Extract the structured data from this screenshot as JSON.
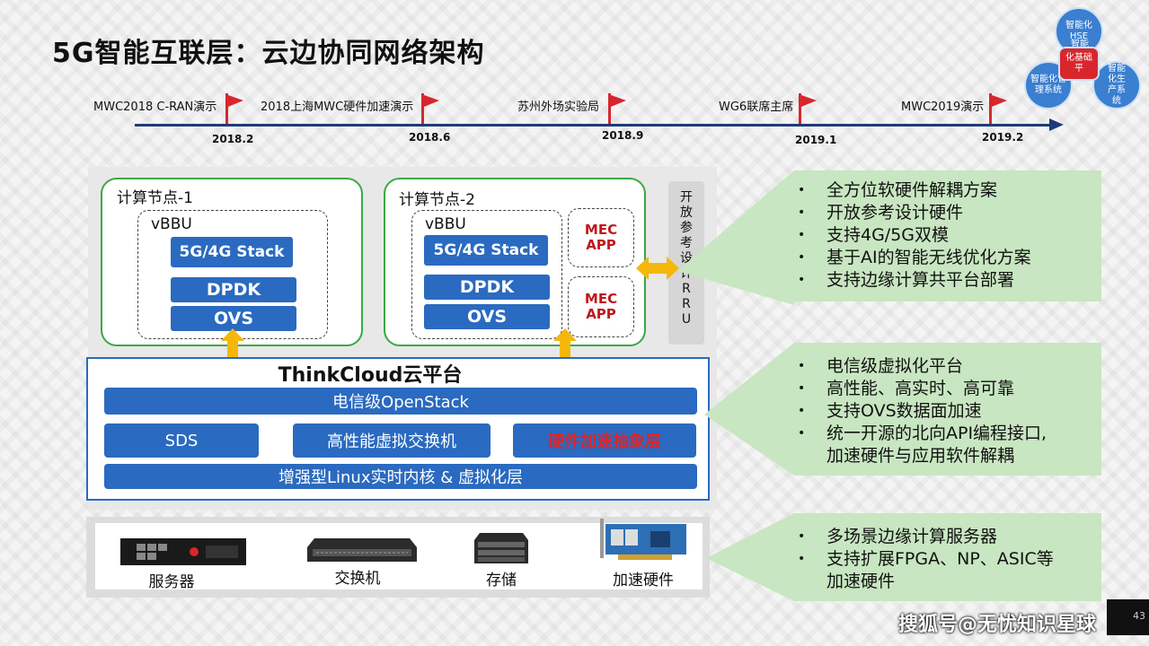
{
  "title": "5G智能互联层：云边协同网络架构",
  "timeline": [
    {
      "label": "MWC2018 C-RAN演示",
      "date": "2018.2"
    },
    {
      "label": "2018上海MWC硬件加速演示",
      "date": "2018.6"
    },
    {
      "label": "苏州外场实验局",
      "date": "2018.9"
    },
    {
      "label": "WG6联席主席",
      "date": "2019.1"
    },
    {
      "label": "MWC2019演示",
      "date": "2019.2"
    }
  ],
  "logo": {
    "top": "智能化HSE",
    "center_a": "智能",
    "center_b": "化基础平",
    "left": "智能化管理系统",
    "right": "智能化生产系统"
  },
  "nodes": [
    {
      "title": "计算节点-1",
      "vbbu": "vBBU",
      "stack": "5G/4G Stack",
      "dpdk": "DPDK",
      "ovs": "OVS"
    },
    {
      "title": "计算节点-2",
      "vbbu": "vBBU",
      "stack": "5G/4G Stack",
      "dpdk": "DPDK",
      "ovs": "OVS",
      "mec1": "MEC APP",
      "mec2": "MEC APP"
    }
  ],
  "rru": "开放参考设计RRU",
  "cloud": {
    "title": "ThinkCloud云平台",
    "openstack": "电信级OpenStack",
    "sds": "SDS",
    "vswitch": "高性能虚拟交换机",
    "hw_abstraction": "硬件加速抽象层",
    "kernel": "增强型Linux实时内核 & 虚拟化层"
  },
  "hardware": [
    "服务器",
    "交换机",
    "存储",
    "加速硬件"
  ],
  "panels": [
    [
      "全方位软硬件解耦方案",
      "开放参考设计硬件",
      "支持4G/5G双模",
      "基于AI的智能无线优化方案",
      "支持边缘计算共平台部署"
    ],
    [
      "电信级虚拟化平台",
      "高性能、高实时、高可靠",
      "支持OVS数据面加速",
      "统一开源的北向API编程接口,",
      "加速硬件与应用软件解耦"
    ],
    [
      "多场景边缘计算服务器",
      "支持扩展FPGA、NP、ASIC等",
      "加速硬件"
    ]
  ],
  "watermark": "搜狐号@无忧知识星球",
  "page_number": "43",
  "colors": {
    "accent_blue": "#2a6ac0",
    "node_green": "#3aa845",
    "panel_green": "#c8e6c1",
    "flag_red": "#d8262d",
    "mec_red": "#c0171b"
  }
}
